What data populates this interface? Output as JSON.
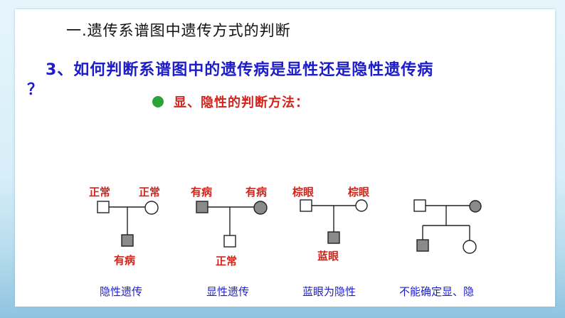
{
  "slide": {
    "title": "一.遗传系谱图中遗传方式的判断",
    "question": "3、如何判断系谱图中的遗传病是显性还是隐性遗传病",
    "question_end": "？",
    "subheading": "显、隐性的判断方法："
  },
  "pedigrees": [
    {
      "father_label": "正常",
      "father_affected": false,
      "mother_label": "正常",
      "mother_affected": false,
      "child_label": "有病",
      "child_affected": true,
      "caption": "隐性遗传"
    },
    {
      "father_label": "有病",
      "father_affected": true,
      "mother_label": "有病",
      "mother_affected": true,
      "child_label": "正常",
      "child_affected": false,
      "caption": "显性遗传"
    },
    {
      "father_label": "棕眼",
      "father_affected": false,
      "mother_label": "棕眼",
      "mother_affected": false,
      "child_label": "蓝眼",
      "child_affected": true,
      "caption": "蓝眼为隐性"
    },
    {
      "father_affected": false,
      "mother_affected": true,
      "son_affected": true,
      "daughter_affected": false,
      "caption": "不能确定显、隐"
    }
  ],
  "colors": {
    "title_text": "#111111",
    "question_text": "#1c1cc8",
    "label_text": "#d0241c",
    "bullet": "#2aa437",
    "affected_fill": "#8a8a8a"
  }
}
